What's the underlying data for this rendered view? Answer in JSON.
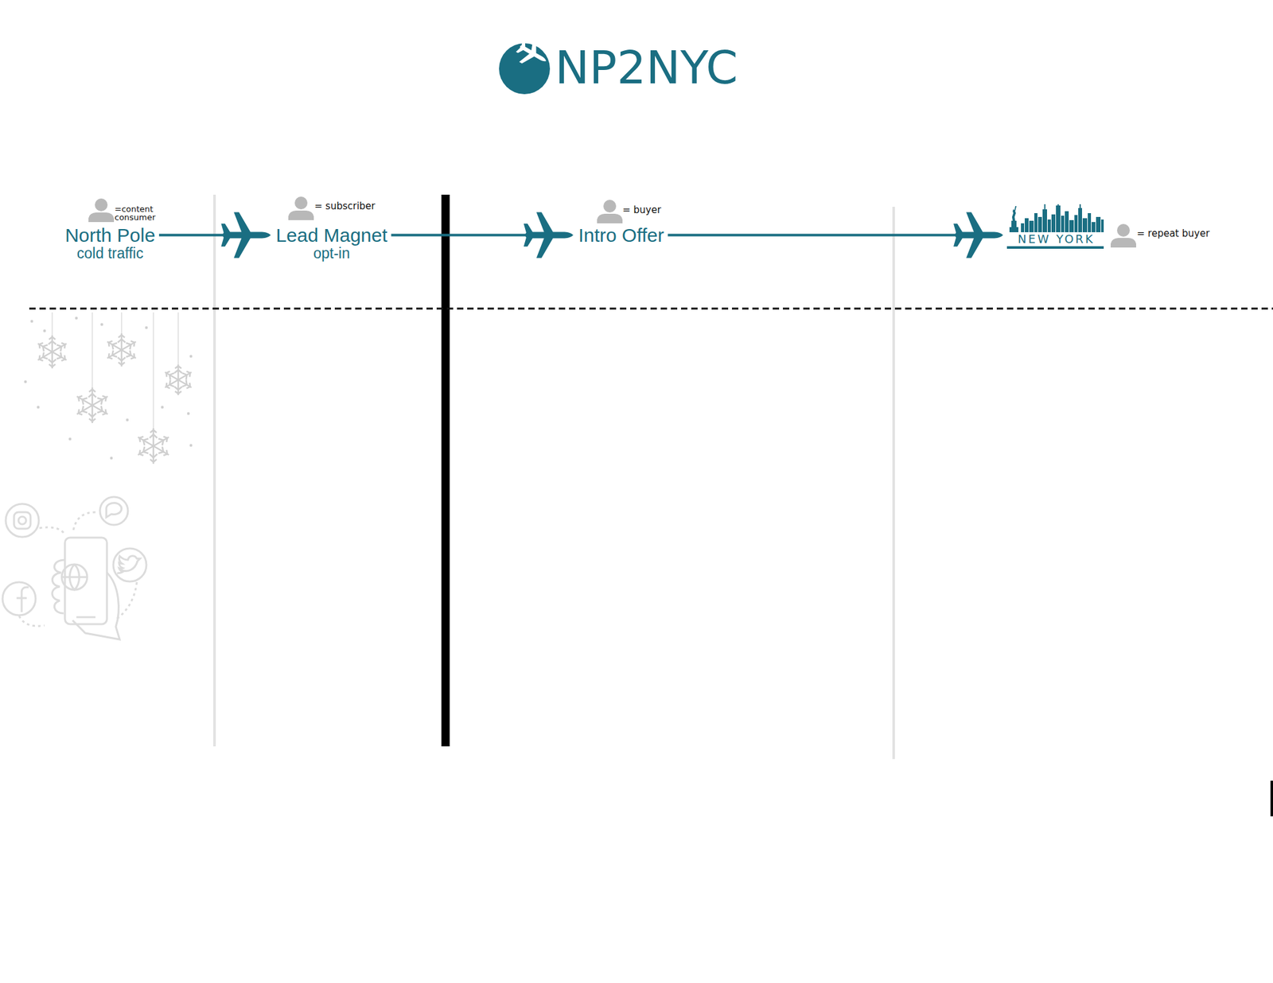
{
  "diagram": {
    "title": "NP2NYC",
    "nodes": [
      {
        "text": [
          "North Pole",
          "cold traffic"
        ]
      },
      {
        "text": [
          "Lead Magnet",
          "opt-in"
        ]
      },
      {
        "text": [
          "Intro Offer"
        ]
      },
      {
        "text": [
          "NEW YORK"
        ]
      }
    ],
    "edges": [
      {
        "from": 0,
        "to": 1,
        "arrow": "to"
      },
      {
        "from": 1,
        "to": 2,
        "arrow": "to"
      },
      {
        "from": 2,
        "to": 3,
        "arrow": "to"
      }
    ],
    "labels": [
      "=content consumer",
      "= subscriber",
      "= buyer",
      "= repeat buyer"
    ]
  }
}
